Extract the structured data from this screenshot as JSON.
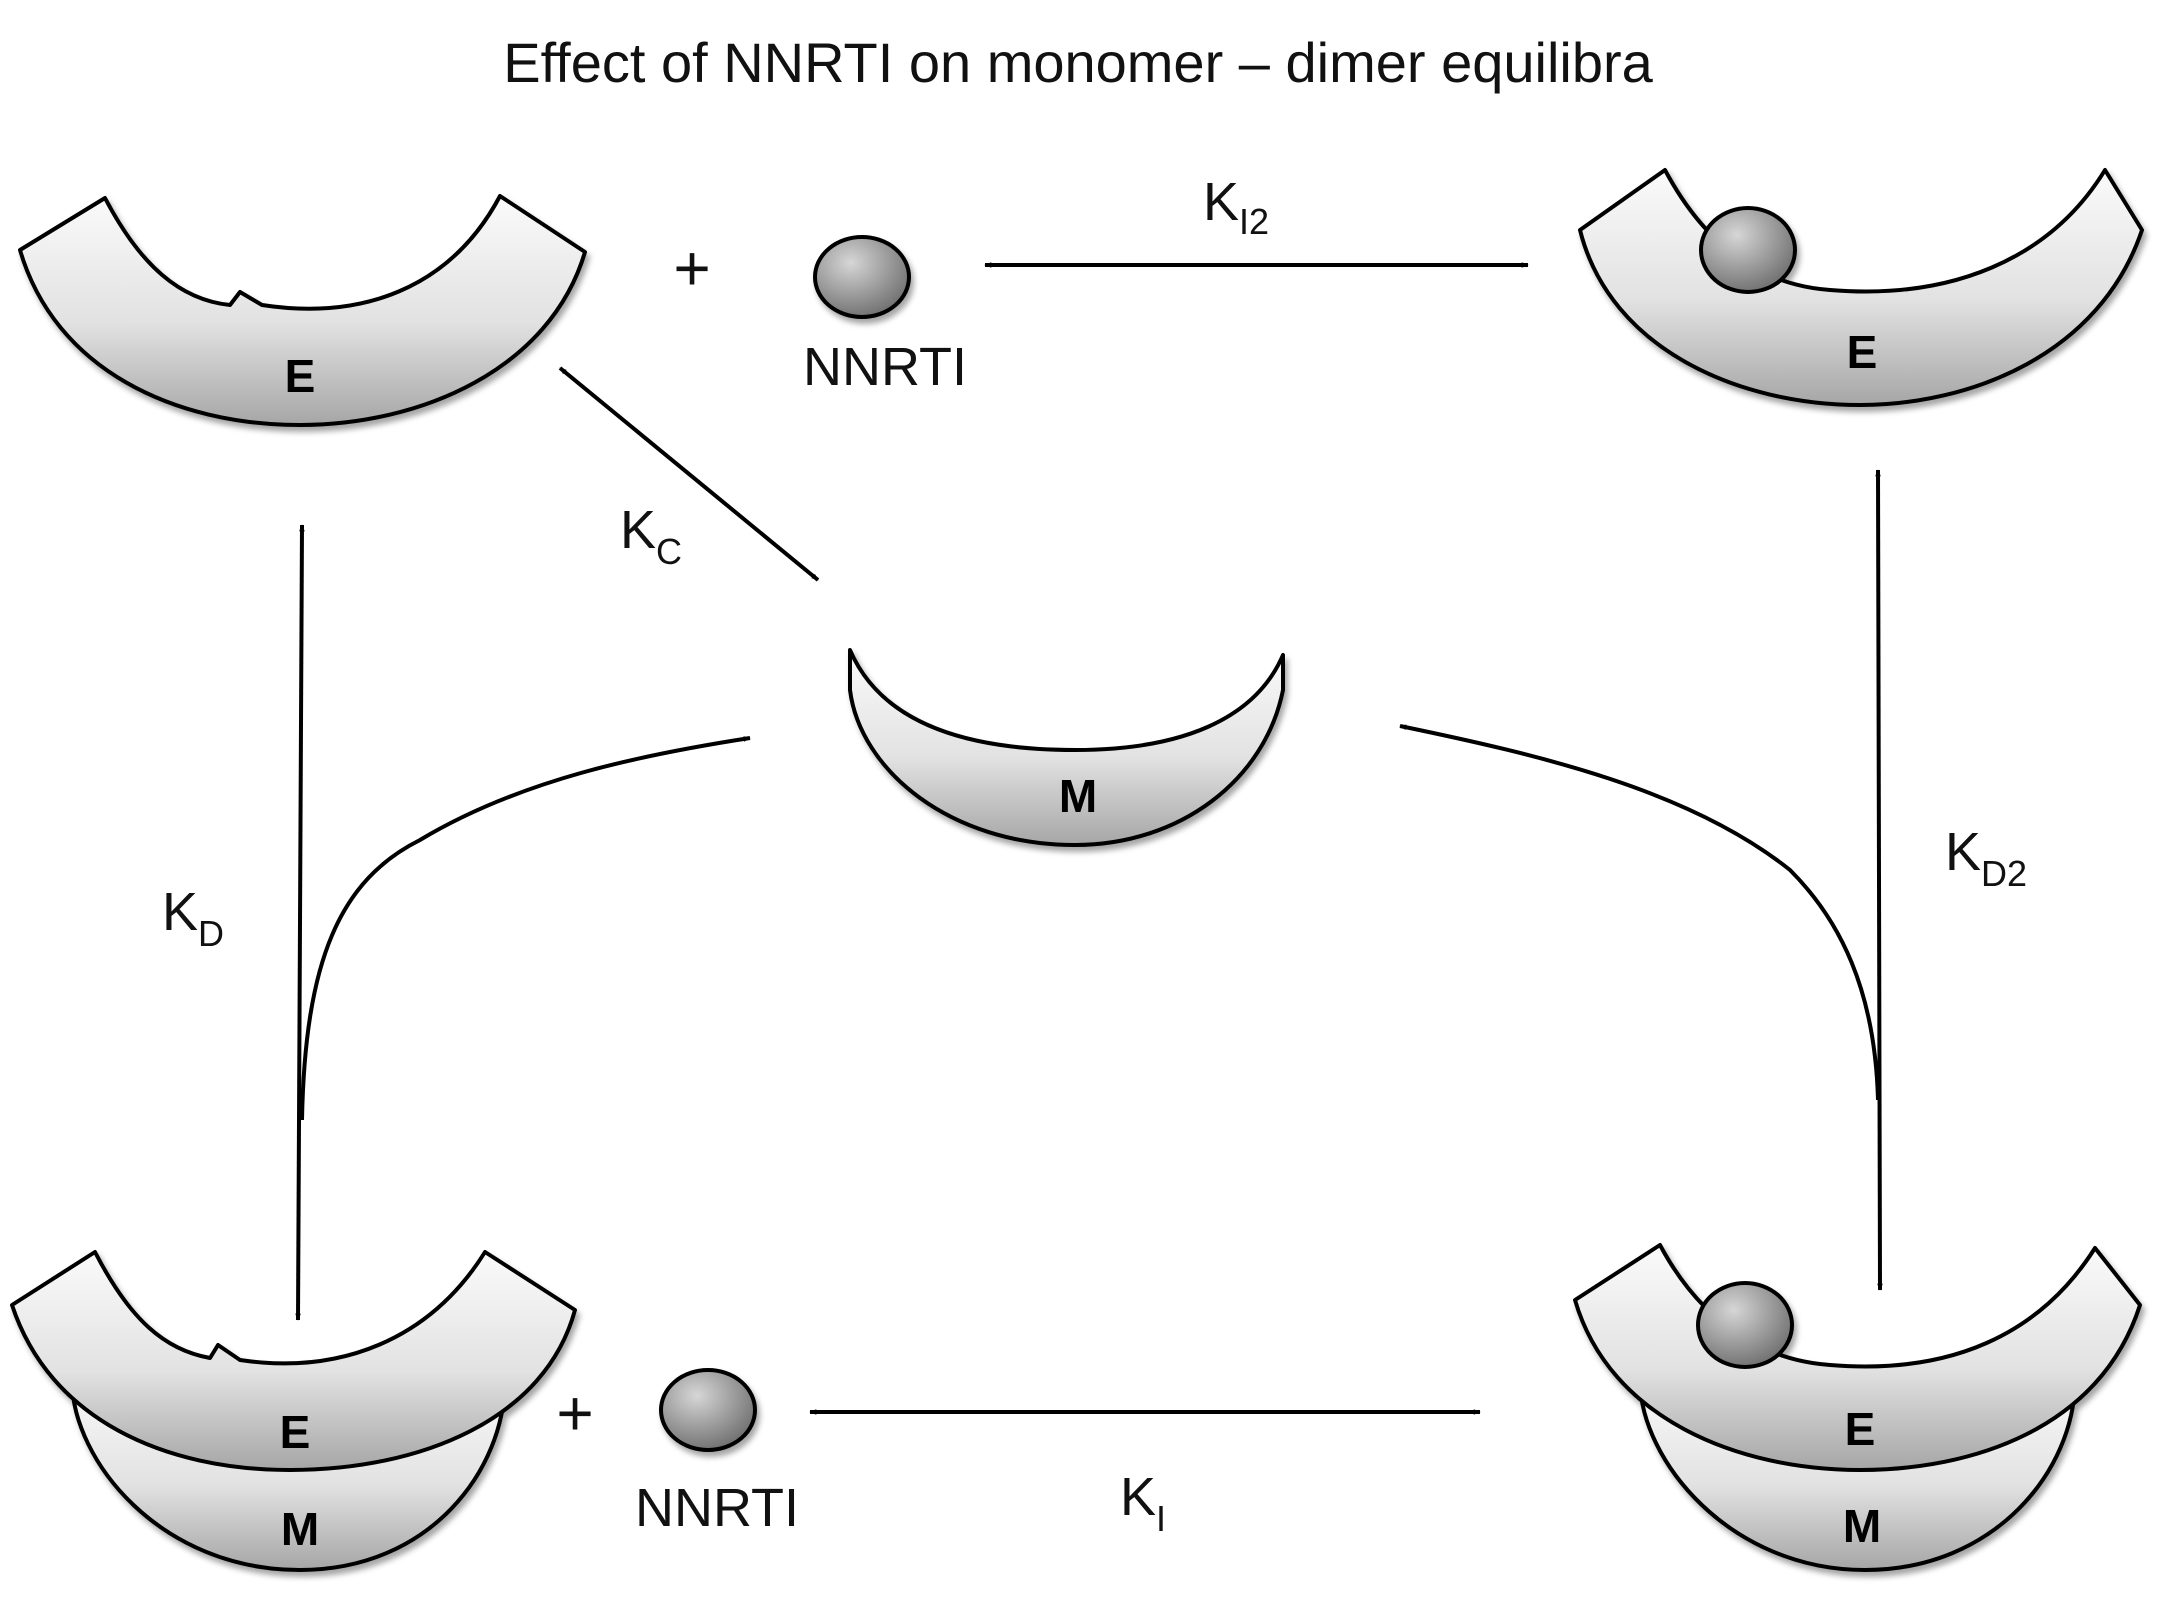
{
  "title": "Effect of NNRTI on monomer – dimer equilibra",
  "species": {
    "e_free": {
      "letter": "E"
    },
    "e_bound": {
      "letter": "E"
    },
    "monomer": {
      "letter": "M"
    },
    "dimer_free": {
      "top_letter": "E",
      "bottom_letter": "M"
    },
    "dimer_bound": {
      "top_letter": "E",
      "bottom_letter": "M"
    }
  },
  "ligand": {
    "top_label": "NNRTI",
    "bottom_label": "NNRTI",
    "plus_top": "+",
    "plus_bottom": "+"
  },
  "constants": {
    "ki2": {
      "main": "K",
      "sub": "I2"
    },
    "kc": {
      "main": "K",
      "sub": "C"
    },
    "kd": {
      "main": "K",
      "sub": "D"
    },
    "kd2": {
      "main": "K",
      "sub": "D2"
    },
    "ki": {
      "main": "K",
      "sub": "I"
    }
  },
  "colors": {
    "shape_fill_light": "#f4f4f4",
    "shape_fill_dark": "#a9a9a9",
    "ligand_light": "#c8c8c8",
    "ligand_dark": "#6e6e6e",
    "stroke": "#000000"
  }
}
